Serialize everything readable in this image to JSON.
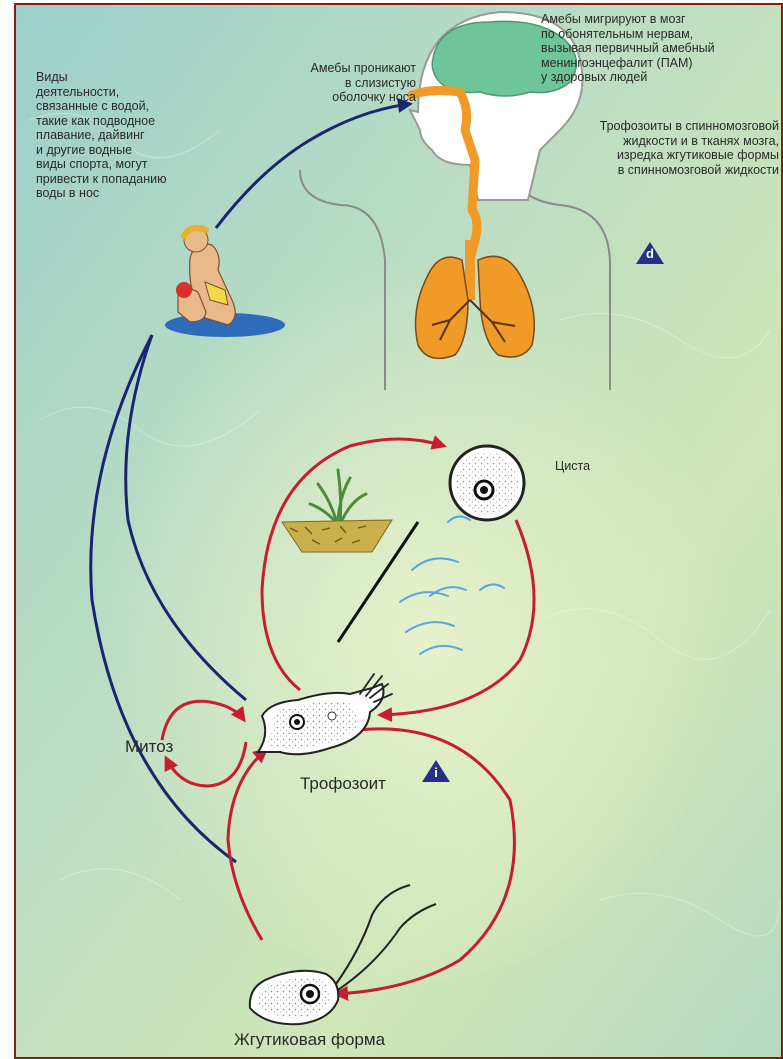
{
  "texts": {
    "activities": "Виды\nдеятельности,\nсвязанные с водой,\nтакие как подводное\nплавание, дайвинг\nи другие водные\nвиды спорта, могут\nпривести к попаданию\nводы в нос",
    "nose_entry": "Амебы проникают\nв слизистую\nоболочку носа",
    "brain_migration": "Амебы мигрируют в мозг\nпо обонятельным нервам,\nвызывая первичный амебный\nменингоэнцефалит (ПАМ)\nу здоровых людей",
    "csf": "Трофозоиты в спинномозговой\nжидкости и в тканях мозга,\nизредка жгутиковые формы\nв спинномозговой жидкости",
    "cyst": "Циста",
    "mitosis": "Митоз",
    "trophozoite": "Трофозоит",
    "flagellate": "Жгутиковая форма"
  },
  "markers": {
    "diagnostic": "d",
    "infective": "i"
  },
  "colors": {
    "frame": "#8a1b14",
    "human_cycle_arrow": "#1c2470",
    "life_cycle_arrow": "#c81d2f",
    "marker_fill": "#24308a",
    "brain": "#6fc59a",
    "lungs": "#f09a28"
  }
}
